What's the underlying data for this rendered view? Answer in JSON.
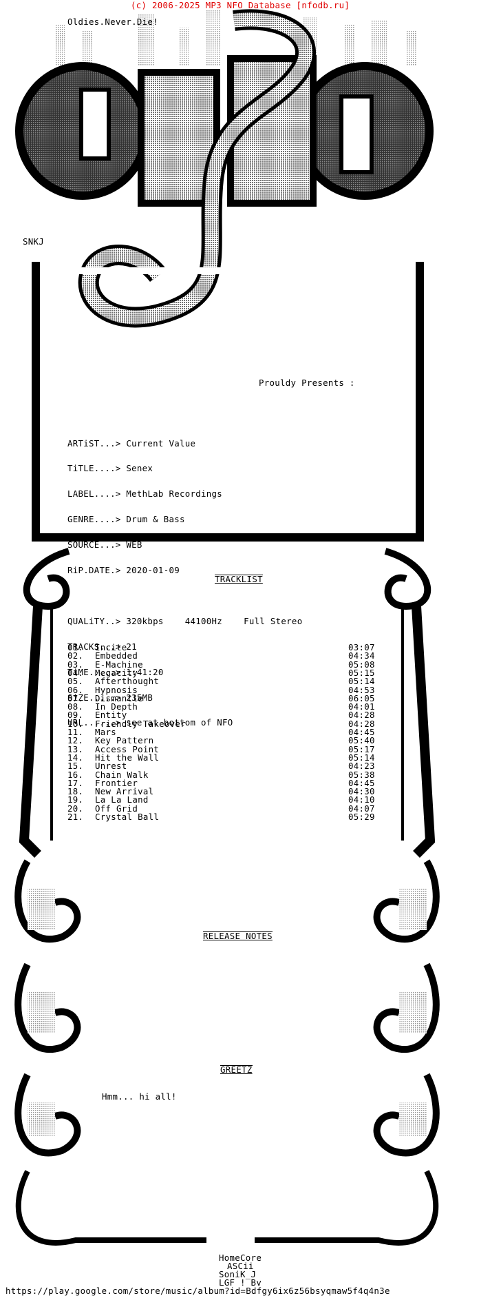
{
  "header": {
    "copyright": "(c) 2006-2025 MP3 NFO Database [nfodb.ru]",
    "motto": "Oldies.Never.Die!",
    "artist_tag": "SNKJ",
    "presents": "Prouldy Presents :"
  },
  "info": [
    {
      "label": "ARTiST...>",
      "value": "Current Value"
    },
    {
      "label": "TiTLE....>",
      "value": "Senex"
    },
    {
      "label": "LABEL....>",
      "value": "MethLab Recordings"
    },
    {
      "label": "GENRE....>",
      "value": "Drum & Bass"
    },
    {
      "label": "SOURCE...>",
      "value": "WEB"
    },
    {
      "label": "RiP.DATE.>",
      "value": "2020-01-09"
    }
  ],
  "quality": {
    "label": "QUALiTY..>",
    "value": "320kbps    44100Hz    Full Stereo"
  },
  "stats": [
    {
      "label": "TRACKS...>",
      "value": "21"
    },
    {
      "label": "TiME.....>",
      "value": "1:41:20"
    },
    {
      "label": "SiZE.....>",
      "value": "235MB"
    },
    {
      "label": "URL......>",
      "value": "see at bottom of NFO"
    }
  ],
  "sections": {
    "tracklist": "TRACKLIST",
    "release_notes": "RELEASE NOTES",
    "greetz": "GREETZ"
  },
  "tracks": [
    {
      "n": "01.",
      "title": "Incite",
      "time": "03:07"
    },
    {
      "n": "02.",
      "title": "Embedded",
      "time": "04:34"
    },
    {
      "n": "03.",
      "title": "E-Machine",
      "time": "05:08"
    },
    {
      "n": "04.",
      "title": "Megacity",
      "time": "05:15"
    },
    {
      "n": "05.",
      "title": "Afterthought",
      "time": "05:14"
    },
    {
      "n": "06.",
      "title": "Hypnosis",
      "time": "04:53"
    },
    {
      "n": "07.",
      "title": "Dismantle",
      "time": "06:05"
    },
    {
      "n": "08.",
      "title": "In Depth",
      "time": "04:01"
    },
    {
      "n": "09.",
      "title": "Entity",
      "time": "04:28"
    },
    {
      "n": "10.",
      "title": "Friendly Takeover",
      "time": "04:28"
    },
    {
      "n": "11.",
      "title": "Mars",
      "time": "04:45"
    },
    {
      "n": "12.",
      "title": "Key Pattern",
      "time": "05:40"
    },
    {
      "n": "13.",
      "title": "Access Point",
      "time": "05:17"
    },
    {
      "n": "14.",
      "title": "Hit the Wall",
      "time": "05:14"
    },
    {
      "n": "15.",
      "title": "Unrest",
      "time": "04:23"
    },
    {
      "n": "16.",
      "title": "Chain Walk",
      "time": "05:38"
    },
    {
      "n": "17.",
      "title": "Frontier",
      "time": "04:45"
    },
    {
      "n": "18.",
      "title": "New Arrival",
      "time": "04:30"
    },
    {
      "n": "19.",
      "title": "La La Land",
      "time": "04:10"
    },
    {
      "n": "20.",
      "title": "Off Grid",
      "time": "04:07"
    },
    {
      "n": "21.",
      "title": "Crystal Ball",
      "time": "05:29"
    }
  ],
  "greetz_text": "Hmm... hi all!",
  "credits": [
    "HomeCore",
    "ASCii",
    "SoniK_J",
    "LGF ! Bv"
  ],
  "url": "https://play.google.com/store/music/album?id=Bdfgy6ix6z56bsyqmaw5f4q4n3e"
}
